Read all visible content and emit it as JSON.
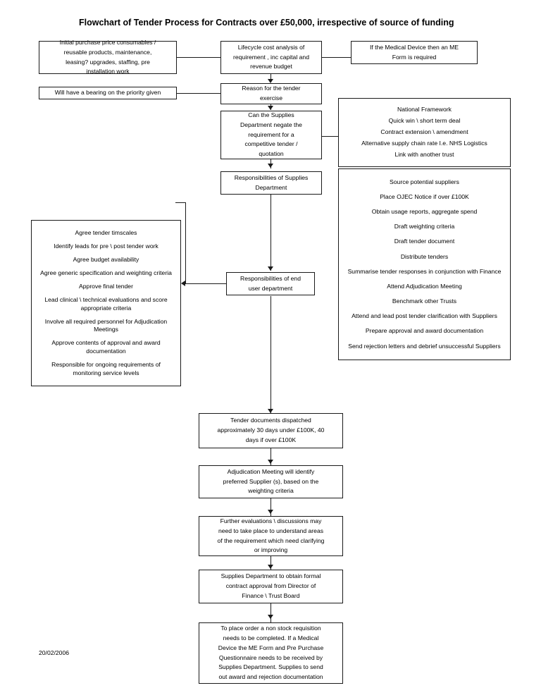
{
  "document": {
    "title": "Flowchart of Tender Process for Contracts over £50,000, irrespective of source of funding",
    "date_stamp": "20/02/2006"
  },
  "nodes": {
    "initial_purchase": {
      "lines": [
        "Initial purchase price consumables /",
        "reusable products,  maintenance,",
        "leasing?  upgrades, staffing, pre",
        "installation work"
      ]
    },
    "bearing_priority": {
      "lines": [
        "Will have a bearing on the priority given"
      ]
    },
    "lifecycle_cost": {
      "lines": [
        "Lifecycle cost analysis of",
        "requirement , inc capital and",
        "revenue budget"
      ]
    },
    "medical_device": {
      "lines": [
        "If the Medical Device then an ME",
        "Form is required"
      ]
    },
    "reason_tender": {
      "lines": [
        "Reason for the tender",
        "exercise"
      ]
    },
    "can_negate": {
      "lines": [
        "Can the Supplies",
        "Department negate the",
        "requirement for a",
        "competitive tender /",
        "quotation"
      ]
    },
    "resp_supplies": {
      "lines": [
        "Responsibilities of Supplies",
        "Department"
      ]
    },
    "resp_end_user": {
      "lines": [
        "Responsibilities of end",
        "user department"
      ]
    },
    "national_framework": {
      "items": [
        "National Framework",
        "Quick win \\ short term deal",
        "Contract extension \\ amendment",
        "Alternative supply chain rate I.e. NHS Logistics",
        "Link with another trust"
      ]
    },
    "supplies_duties": {
      "items": [
        "Source potential suppliers",
        "Place OJEC Notice if over £100K",
        "Obtain usage reports, aggregate spend",
        "Draft weighting criteria",
        "Draft tender document",
        "Distribute tenders",
        "Summarise tender responses in conjunction with Finance",
        "Attend Adjudication Meeting",
        "Benchmark other Trusts",
        "Attend and lead post tender clarification with Suppliers",
        "Prepare approval and award documentation",
        "Send rejection letters and debrief unsuccessful Suppliers"
      ]
    },
    "enduser_duties": {
      "items": [
        "Agree tender timscales",
        "Identify leads for pre \\ post tender work",
        "Agree budget availability",
        "Agree generic specification and weighting criteria",
        "Approve final tender",
        "Lead clinical \\ technical evaluations and score appropriate criteria",
        "Involve all required personnel for Adjudication Meetings",
        "Approve contents of approval and award documentation",
        "Responsible for ongoing requirements of monitoring service levels"
      ]
    },
    "tender_dispatched": {
      "lines": [
        "Tender documents dispatched",
        "approximately 30 days under £100K, 40",
        "days if over £100K"
      ]
    },
    "adjudication_meeting": {
      "lines": [
        "Adjudication Meeting will identify",
        "preferred Supplier (s), based on the",
        "weighting criteria"
      ]
    },
    "further_evaluations": {
      "lines": [
        "Further evaluations  \\ discussions may",
        "need to take place to understand areas",
        "of the requirement which need clarifying",
        "or improving"
      ]
    },
    "contract_approval": {
      "lines": [
        "Supplies Department to obtain formal",
        "contract approval from Director of",
        "Finance \\ Trust Board"
      ]
    },
    "place_order": {
      "lines": [
        "To place order a non stock requisition",
        "needs to be completed.  If a Medical",
        "Device the ME Form and Pre Purchase",
        "Questionnaire needs to be received by",
        "Supplies Department.  Supplies to send",
        "out award and rejection documentation"
      ]
    }
  }
}
